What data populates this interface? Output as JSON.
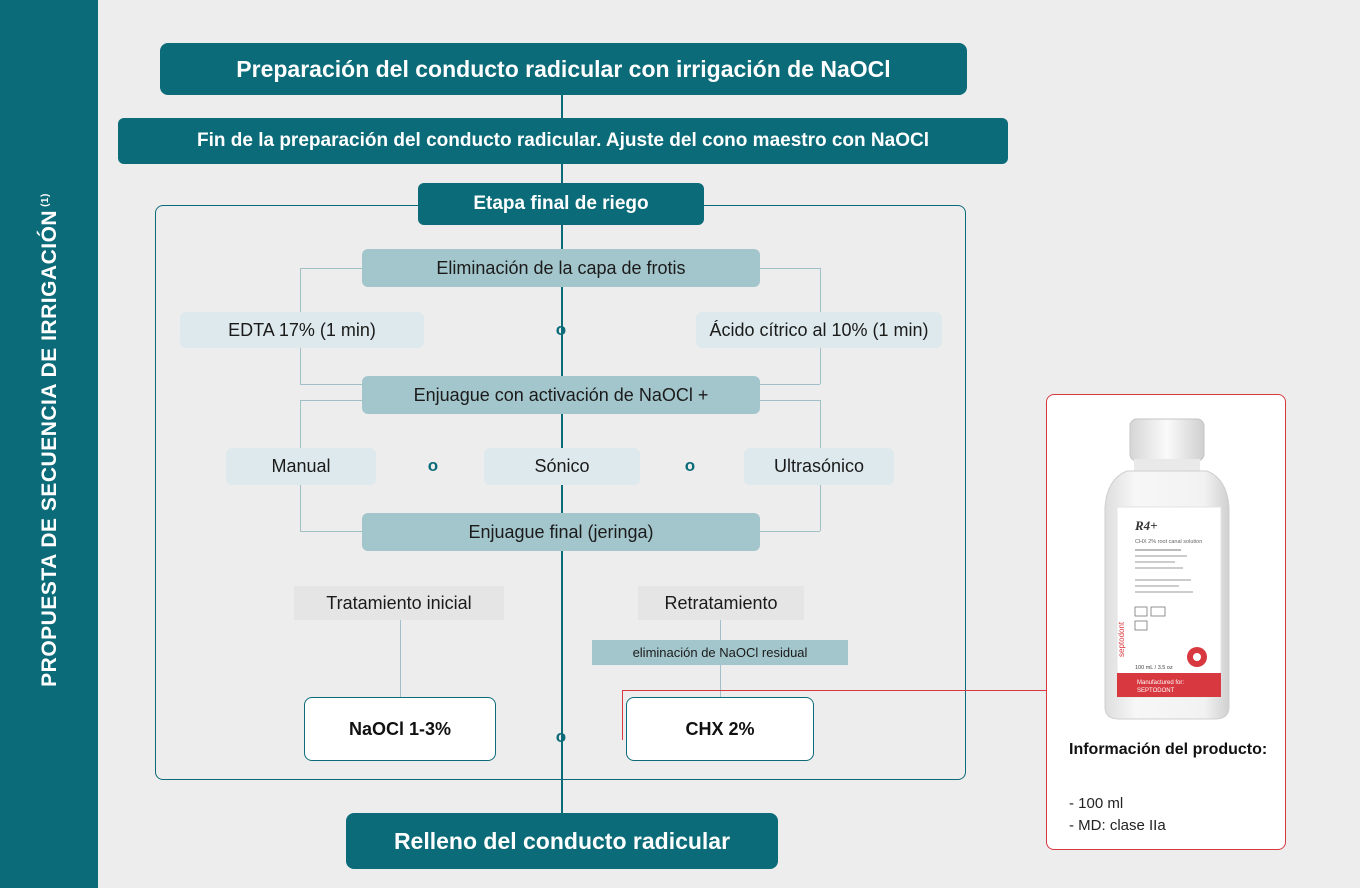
{
  "sidebar": {
    "label": "PROPUESTA DE SECUENCIA DE IRRIGACIÓN",
    "ref": "(1)"
  },
  "flow": {
    "step1": "Preparación del conducto radicular con irrigación de NaOCl",
    "step2": "Fin de la preparación del conducto radicular. Ajuste del cono maestro con NaOCl",
    "final_stage": "Etapa final de riego",
    "smear_removal": "Eliminación de la capa de frotis",
    "edta": "EDTA 17% (1 min)",
    "citric": "Ácido cítrico al 10% (1 min)",
    "rinse_activation": "Enjuague con activación de NaOCl +",
    "manual": "Manual",
    "sonic": "Sónico",
    "ultrasonic": "Ultrasónico",
    "final_rinse": "Enjuague final (jeringa)",
    "initial_treatment": "Tratamiento inicial",
    "retreatment": "Retratamiento",
    "residual_removal": "eliminación de NaOCl residual",
    "naocl": "NaOCl 1-3%",
    "chx": "CHX 2%",
    "filling": "Relleno del conducto radicular",
    "or": "o"
  },
  "product": {
    "bottle": {
      "name": "R4+",
      "subtitle": "CHX 2% root canal solution",
      "volume": "100 mL / 3.5 oz",
      "manufacturer_line1": "Manufactured for:",
      "manufacturer_line2": "SEPTODONT",
      "brand": "septodont"
    },
    "info_title": "Información del producto:",
    "info_items": [
      "- 100 ml",
      "- MD: clase IIa"
    ]
  },
  "colors": {
    "teal": "#0b6b78",
    "mid": "#a3c6cc",
    "light": "#dde9ec",
    "red": "#d8383f",
    "background": "#ededed"
  }
}
